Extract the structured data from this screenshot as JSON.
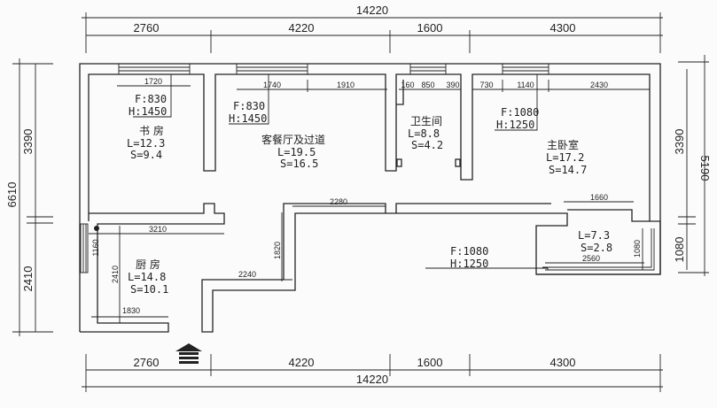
{
  "dimensions": {
    "top_total": "14220",
    "top_segments": [
      "2760",
      "4220",
      "1600",
      "4300"
    ],
    "bottom_total": "14220",
    "bottom_segments": [
      "2760",
      "4220",
      "1600",
      "4300"
    ],
    "left_total": "6610",
    "left_segments": [
      "3390",
      "2410"
    ],
    "right_total": "5190",
    "right_segments": [
      "3390",
      "1080"
    ]
  },
  "inner_dims": {
    "study_window": "1720",
    "living_window": "1740",
    "living_rest": "1910",
    "bath_a": "160",
    "bath_b": "850",
    "bath_c": "390",
    "bed_a": "730",
    "bed_b": "1140",
    "bed_c": "2430",
    "corridor_top": "2280",
    "kitchen_top": "3210",
    "kitchen_window": "1160",
    "kitchen_height": "2410",
    "kitchen_bottom": "1830",
    "step_width": "2240",
    "step_height": "1820",
    "balcony_top": "1660",
    "balcony_bottom": "2560",
    "balcony_side": "1080"
  },
  "windows": {
    "study": {
      "f": "F:830",
      "h": "H:1450"
    },
    "living": {
      "f": "F:830",
      "h": "H:1450"
    },
    "bedroom": {
      "f": "F:1080",
      "h": "H:1250"
    },
    "balcony": {
      "f": "F:1080",
      "h": "H:1250"
    }
  },
  "rooms": {
    "study": {
      "name": "书 房",
      "l": "L=12.3",
      "s": "S=9.4"
    },
    "living": {
      "name": "客餐厅及过道",
      "l": "L=19.5",
      "s": "S=16.5"
    },
    "bath": {
      "name": "卫生间",
      "l": "L=8.8",
      "s": "S=4.2"
    },
    "bedroom": {
      "name": "主卧室",
      "l": "L=17.2",
      "s": "S=14.7"
    },
    "balcony": {
      "l": "L=7.3",
      "s": "S=2.8"
    },
    "kitchen": {
      "name": "厨 房",
      "l": "L=14.8",
      "s": "S=10.1"
    }
  },
  "icons": {
    "entrance": "entrance-arrow-icon"
  }
}
